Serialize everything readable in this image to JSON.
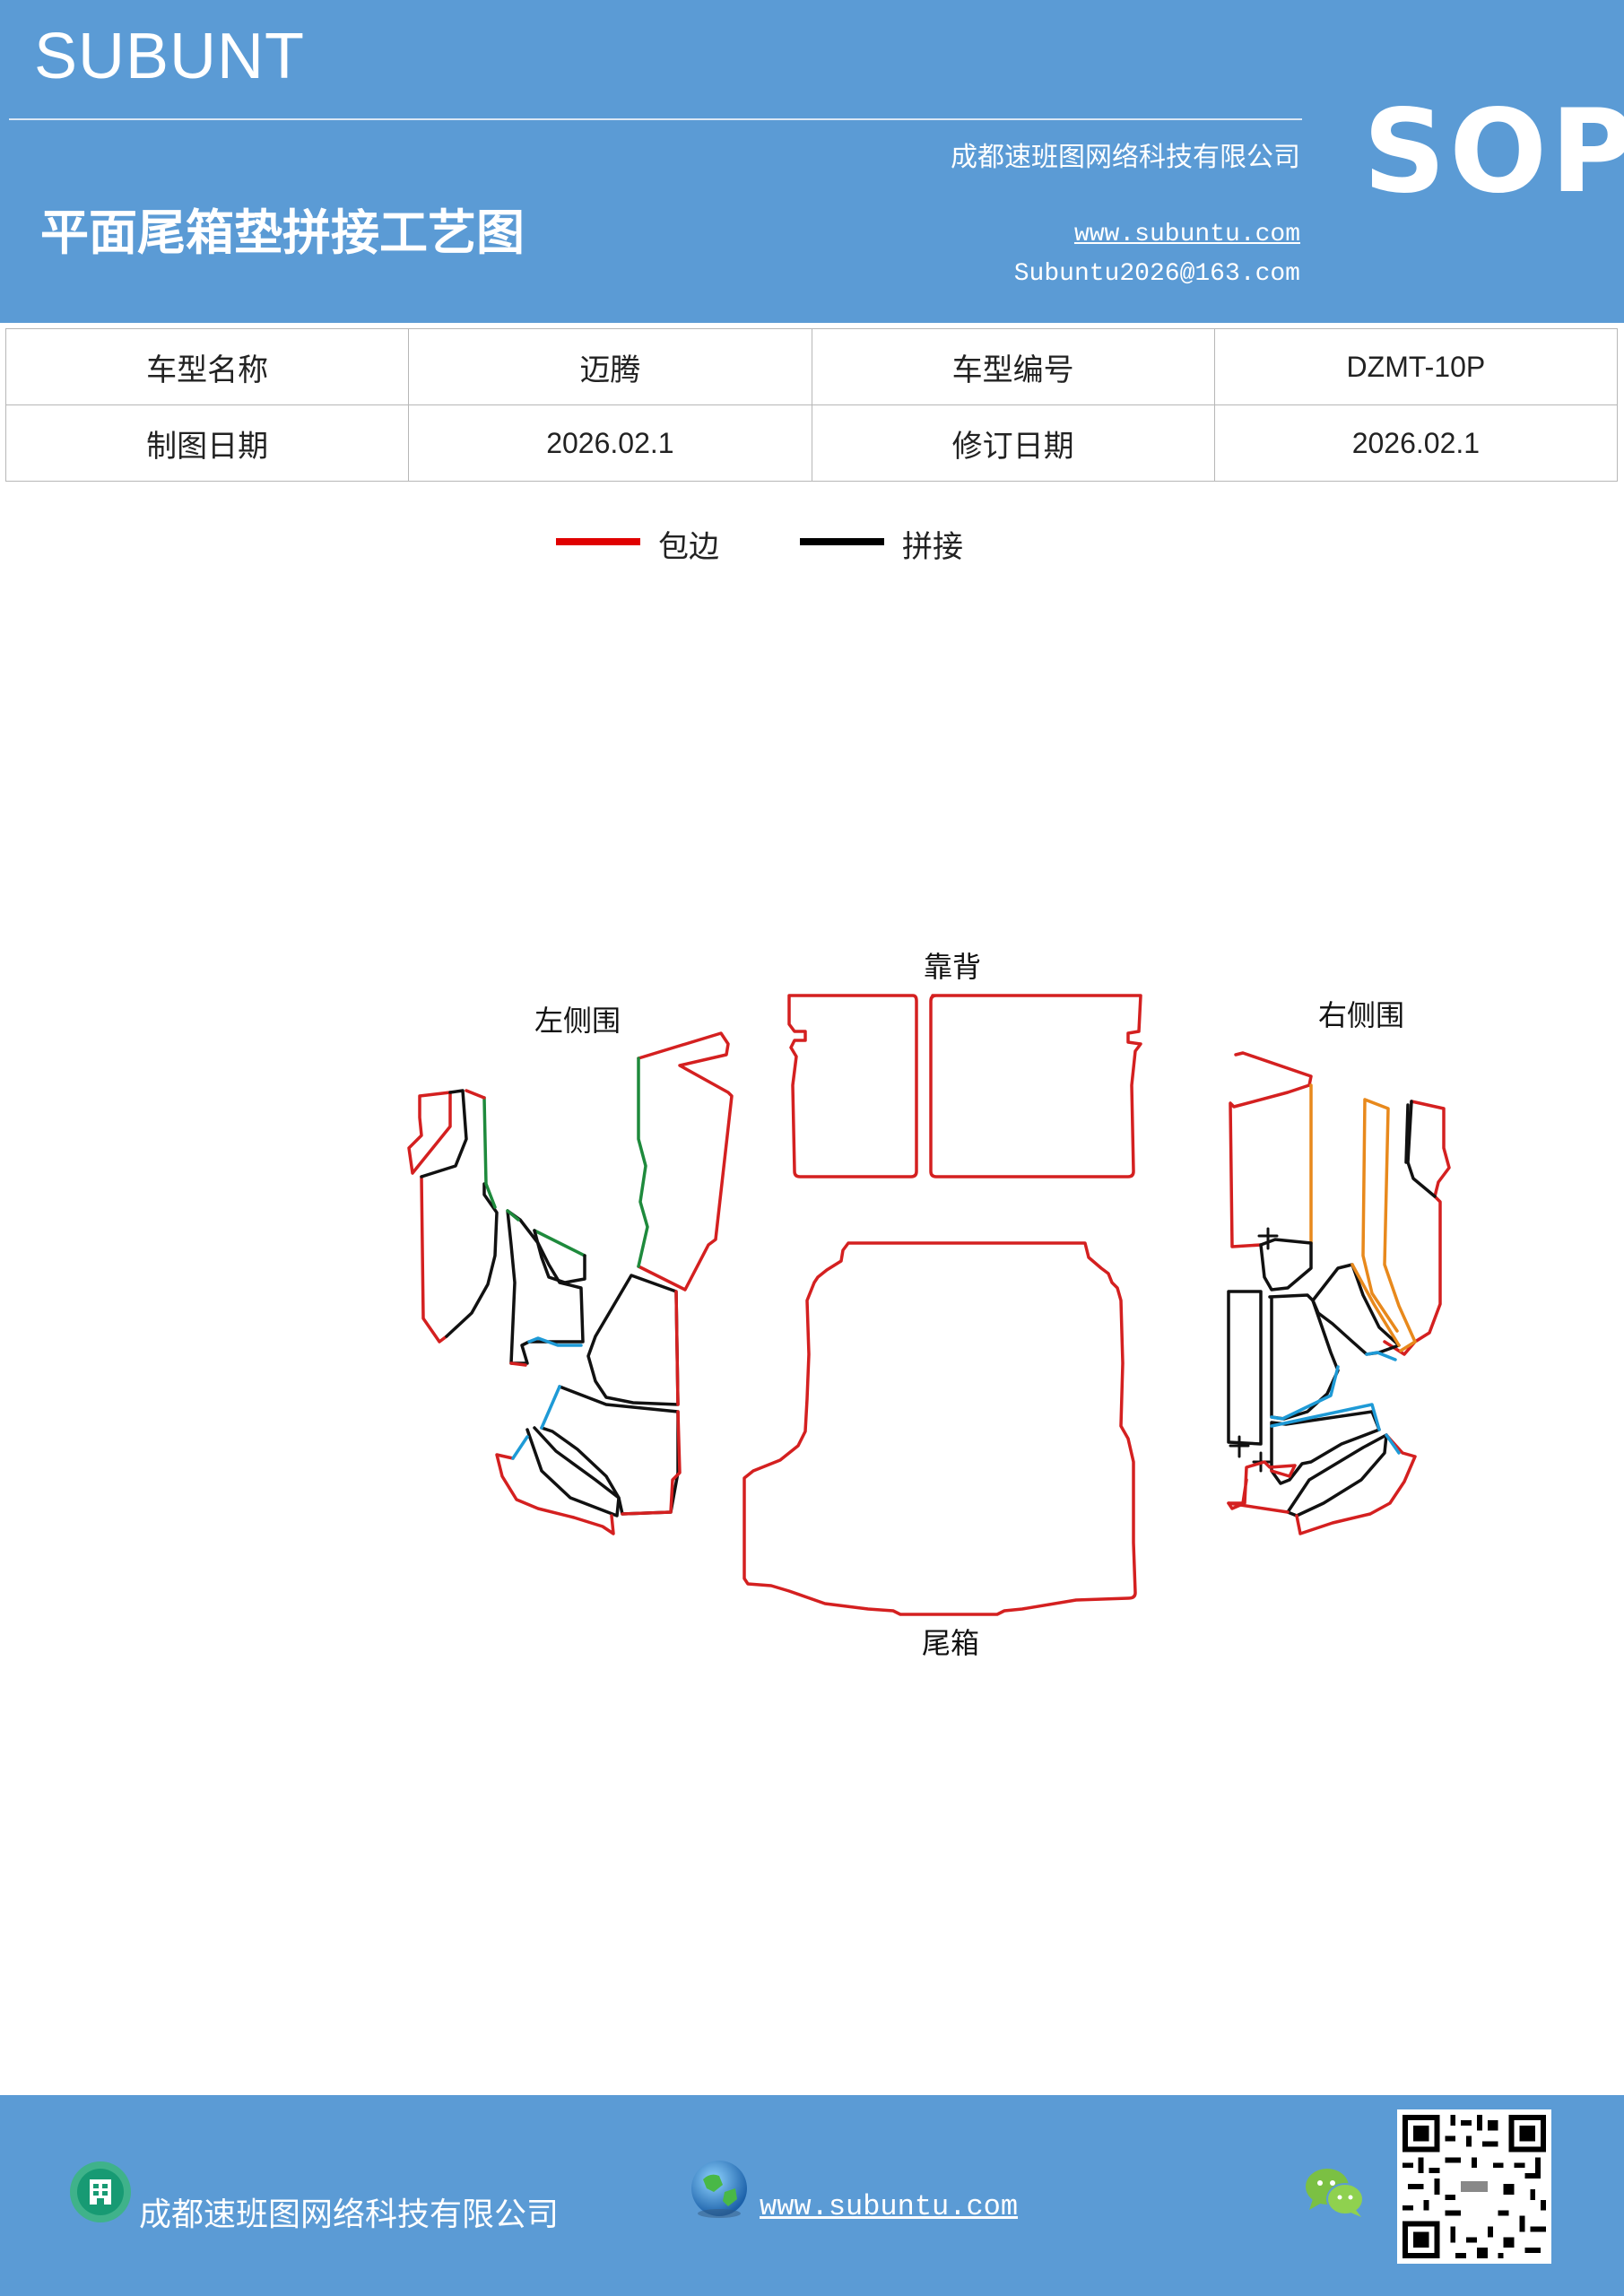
{
  "header": {
    "brand": "SUBUNT",
    "badge": "SOP",
    "company": "成都速班图网络科技有限公司",
    "title": "平面尾箱垫拼接工艺图",
    "website": "www.subuntu.com",
    "email": "Subuntu2026@163.com",
    "background_color": "#5b9bd5"
  },
  "info_table": {
    "rows": [
      [
        "车型名称",
        "迈腾",
        "车型编号",
        "DZMT-10P"
      ],
      [
        "制图日期",
        "2026.02.1",
        "修订日期",
        "2026.02.1"
      ]
    ]
  },
  "legend": [
    {
      "label": "包边",
      "color": "#e00000"
    },
    {
      "label": "拼接",
      "color": "#000000"
    }
  ],
  "diagram": {
    "labels": {
      "backrest": "靠背",
      "left_side": "左侧围",
      "right_side": "右侧围",
      "trunk": "尾箱"
    },
    "colors": {
      "edge_binding": "#d42020",
      "splice": "#111111",
      "green": "#1e8a3c",
      "blue": "#1e9ad6",
      "orange": "#e8891c"
    }
  },
  "footer": {
    "company": "成都速班图网络科技有限公司",
    "website": "www.subuntu.com",
    "icons": [
      "building-icon",
      "globe-icon",
      "wechat-icon",
      "qr-code"
    ]
  }
}
